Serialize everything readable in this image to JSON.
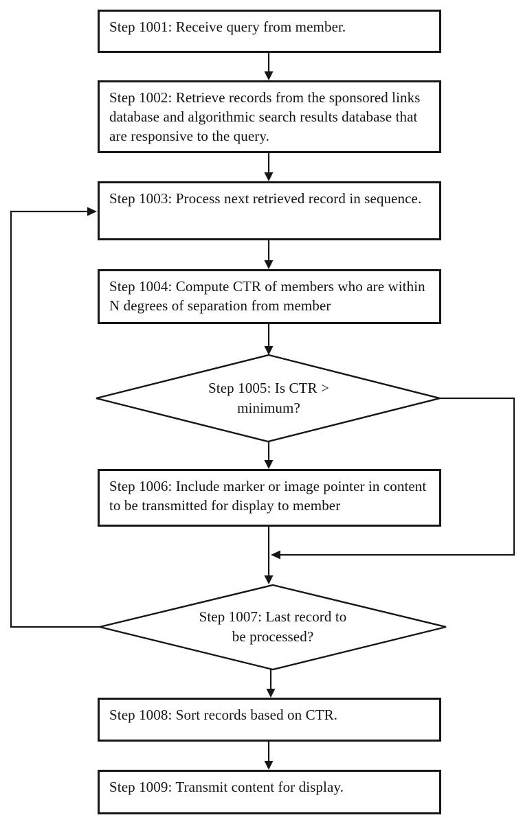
{
  "figure": {
    "background_color": "#ffffff",
    "line_color": "#161616",
    "nodes": [
      {
        "id": "1001",
        "type": "process",
        "label": "Step 1001: Receive query from member."
      },
      {
        "id": "1002",
        "type": "process",
        "label": "Step 1002: Retrieve records from the sponsored links database and algorithmic search results database that are responsive to the query."
      },
      {
        "id": "1003",
        "type": "process",
        "label": "Step 1003: Process next retrieved record in sequence."
      },
      {
        "id": "1004",
        "type": "process",
        "label": "Step 1004: Compute CTR of members who are within N degrees of separation from member"
      },
      {
        "id": "1005",
        "type": "decision",
        "label": "Step 1005: Is CTR > minimum?"
      },
      {
        "id": "1006",
        "type": "process",
        "label": "Step 1006: Include marker or image pointer in content to be transmitted for display to member"
      },
      {
        "id": "1007",
        "type": "decision",
        "label": "Step 1007: Last record to be processed?"
      },
      {
        "id": "1008",
        "type": "process",
        "label": "Step 1008: Sort records based on CTR."
      },
      {
        "id": "1009",
        "type": "process",
        "label": "Step 1009: Transmit content for display."
      }
    ],
    "edges": [
      {
        "from": "1001",
        "to": "1002",
        "route": "straight-down"
      },
      {
        "from": "1002",
        "to": "1003",
        "route": "straight-down"
      },
      {
        "from": "1003",
        "to": "1004",
        "route": "straight-down"
      },
      {
        "from": "1004",
        "to": "1005",
        "route": "straight-down"
      },
      {
        "from": "1005",
        "to": "1006",
        "route": "straight-down"
      },
      {
        "from": "1005",
        "to": "1007",
        "route": "right-side-bypass-around-1006"
      },
      {
        "from": "1006",
        "to": "1007",
        "route": "straight-down"
      },
      {
        "from": "1007",
        "to": "1003",
        "route": "left-side-loop-back"
      },
      {
        "from": "1007",
        "to": "1008",
        "route": "straight-down"
      },
      {
        "from": "1008",
        "to": "1009",
        "route": "straight-down"
      }
    ]
  }
}
